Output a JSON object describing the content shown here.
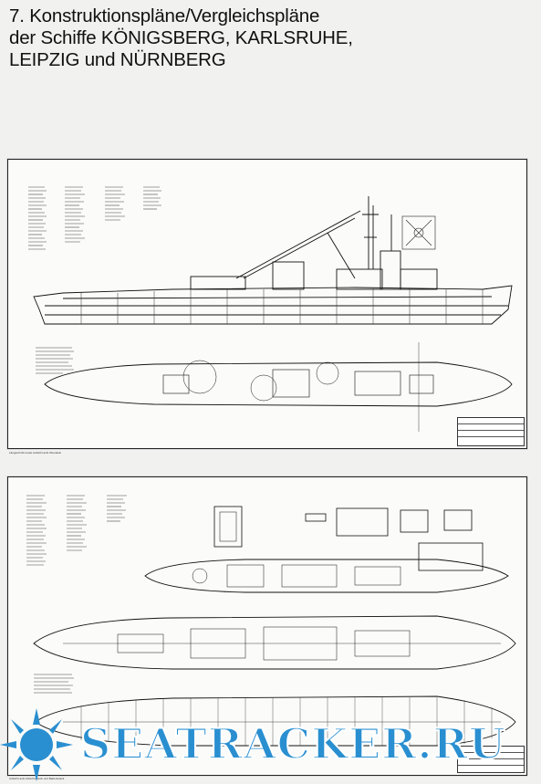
{
  "header": {
    "title_line1": "7. Konstruktionspläne/Vergleichspläne",
    "title_line2": "der Schiffe KÖNIGSBERG, KARLSRUHE,",
    "title_line3": "LEIPZIG und NÜRNBERG"
  },
  "plan1": {
    "caption": "Längsschnitt sowie Aufsicht aufs Oberdeck"
  },
  "plan2": {
    "caption": "Aufsicht aufs Zwischendeck und Batteriedeck"
  },
  "watermark": {
    "text": "SEATRACKER.RU",
    "color": "#2a8fd0"
  }
}
